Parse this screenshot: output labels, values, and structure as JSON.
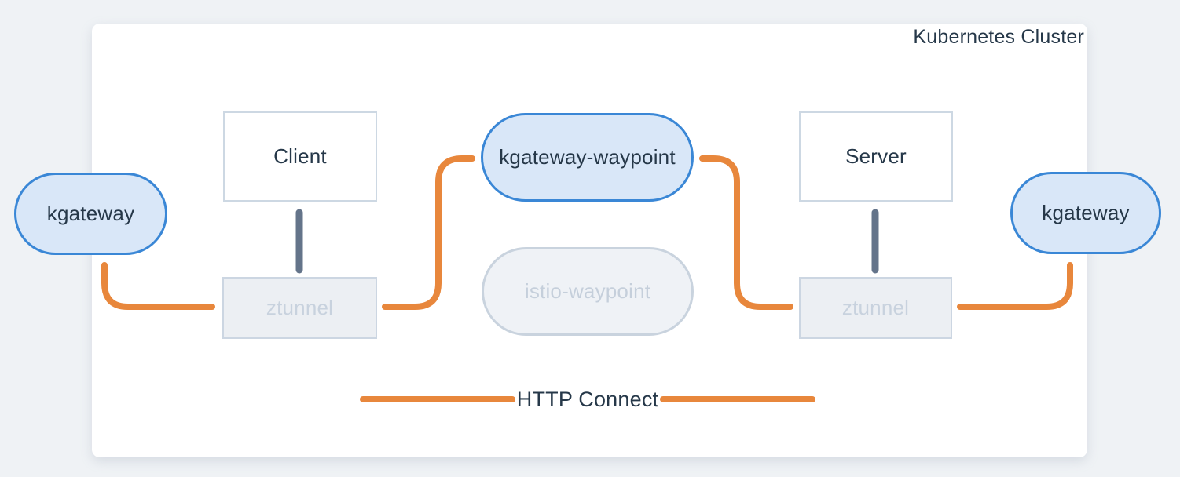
{
  "cluster": {
    "title": "Kubernetes Cluster"
  },
  "nodes": {
    "kgateway_left": {
      "label": "kgateway"
    },
    "client": {
      "label": "Client"
    },
    "ztunnel_left": {
      "label": "ztunnel"
    },
    "kgateway_waypoint": {
      "label": "kgateway-waypoint"
    },
    "istio_waypoint": {
      "label": "istio-waypoint"
    },
    "server": {
      "label": "Server"
    },
    "ztunnel_right": {
      "label": "ztunnel"
    },
    "kgateway_right": {
      "label": "kgateway"
    }
  },
  "legend": {
    "label": "HTTP Connect"
  },
  "colors": {
    "background": "#eff2f5",
    "surface": "#ffffff",
    "accent-orange": "#e8873c",
    "connector-gray": "#64748a",
    "text-dark": "#263849",
    "node-blue-fill": "#d9e7f8",
    "node-blue-border": "#3a87d6",
    "box-border": "#cdd8e3",
    "muted-fill": "#eceff3",
    "muted-border": "#ccd6e2",
    "muted-text": "#c8d2de",
    "ghost-fill": "#eff2f6",
    "ghost-border": "#c9d3de",
    "ghost-text": "#c5cfdb"
  }
}
